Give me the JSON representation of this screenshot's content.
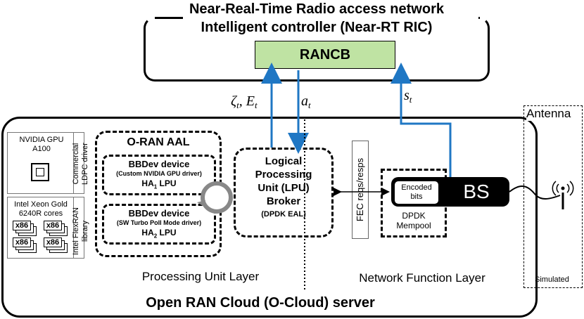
{
  "ric": {
    "title_line1": "Near-Real-Time Radio access network",
    "title_line2": "Intelligent controller (Near-RT RIC)",
    "rancb": "RANCB"
  },
  "signals": {
    "zeta_e": "ζ",
    "zeta_sub": "t",
    "e_sub": "t",
    "a": "a",
    "a_sub": "t",
    "s": "s",
    "s_sub": "t"
  },
  "cloud": {
    "title": "Open RAN Cloud (O-Cloud) server",
    "processing_layer": "Processing Unit Layer",
    "network_layer": "Network Function Layer"
  },
  "hardware": {
    "gpu_line1": "NVIDIA GPU",
    "gpu_line2": "A100",
    "gpu_driver_line1": "Commercial",
    "gpu_driver_line2": "LDPC driver",
    "cpu_line1": "Intel Xeon Gold",
    "cpu_line2": "6240R cores",
    "cpu_driver_line1": "Intel FlexRAN",
    "cpu_driver_line2": "library",
    "x86": "x86"
  },
  "aal": {
    "title": "O-RAN AAL",
    "dev1_title": "BBDev device",
    "dev1_sub": "(Custom NVIDIA GPU driver)",
    "dev1_lpu": "HA",
    "dev1_lpu_sub": "1",
    "dev1_lpu_tail": " LPU",
    "dev2_title": "BBDev device",
    "dev2_sub": "(SW Turbo Poll Mode driver)",
    "dev2_lpu": "HA",
    "dev2_lpu_sub": "2",
    "dev2_lpu_tail": " LPU"
  },
  "broker": {
    "line1": "Logical",
    "line2": "Processing",
    "line3": "Unit (LPU)",
    "line4": "Broker",
    "line5": "(DPDK EAL)"
  },
  "fec": "FEC reqs/resps",
  "mempool": {
    "encoded_line1": "Encoded",
    "encoded_line2": "bits",
    "label_line1": "DPDK",
    "label_line2": "Mempool"
  },
  "bs": "BS",
  "antenna": {
    "title": "Antenna",
    "simulated": "Simulated"
  },
  "colors": {
    "rancb_fill": "#bfe3a3",
    "arrow_blue": "#1f77c4",
    "bs_fill": "#000000"
  }
}
